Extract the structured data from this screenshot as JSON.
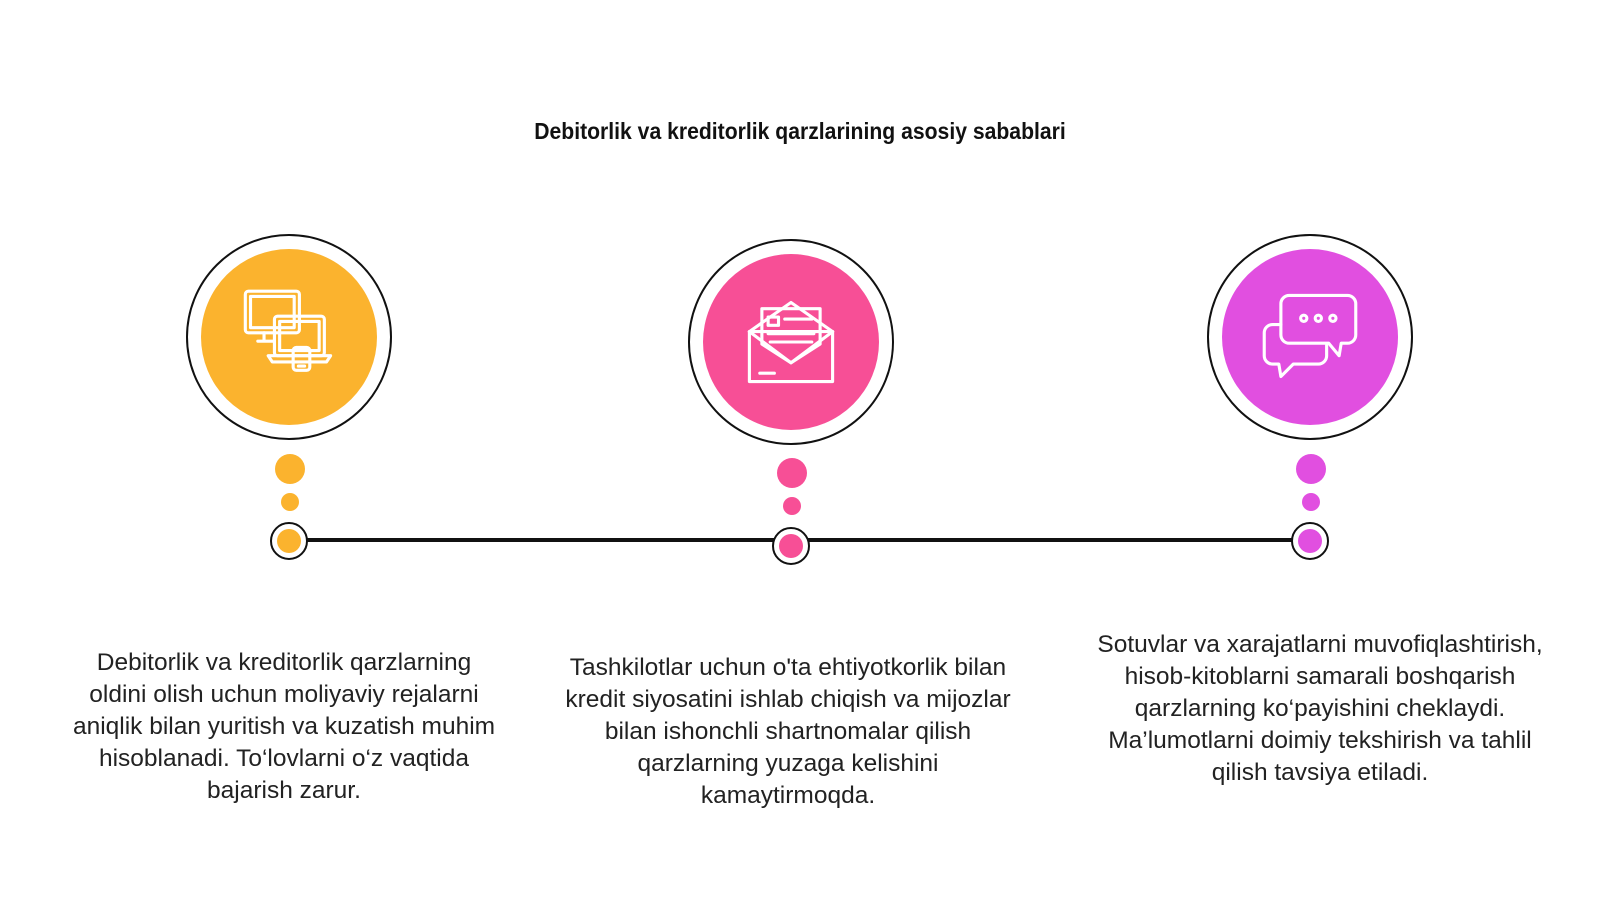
{
  "title": "Debitorlik va kreditorlik qarzlarining asosiy sabablari",
  "steps": [
    {
      "icon": "devices-icon",
      "color": "#FBB32E",
      "text": "Debitorlik va kreditorlik qarzlarning oldini olish uchun moliyaviy rejalarni aniqlik bilan yuritish va kuzatish muhim hisoblanadi. To‘lovlarni o‘z vaqtida bajarish zarur."
    },
    {
      "icon": "envelope-letter-icon",
      "color": "#F74F96",
      "text": "Tashkilotlar uchun o'ta ehtiyotkorlik bilan kredit siyosatini ishlab chiqish va mijozlar bilan ishonchli shartnomalar qilish qarzlarning yuzaga kelishini kamaytirmoqda."
    },
    {
      "icon": "chat-bubbles-icon",
      "color": "#E14FE0",
      "text": "Sotuvlar va xarajatlarni muvofiqlashtirish, hisob-kitoblarni samarali boshqarish qarzlarning ko‘payishini cheklaydi. Ma’lumotlarni doimiy tekshirish va tahlil qilish tavsiya etiladi."
    }
  ]
}
